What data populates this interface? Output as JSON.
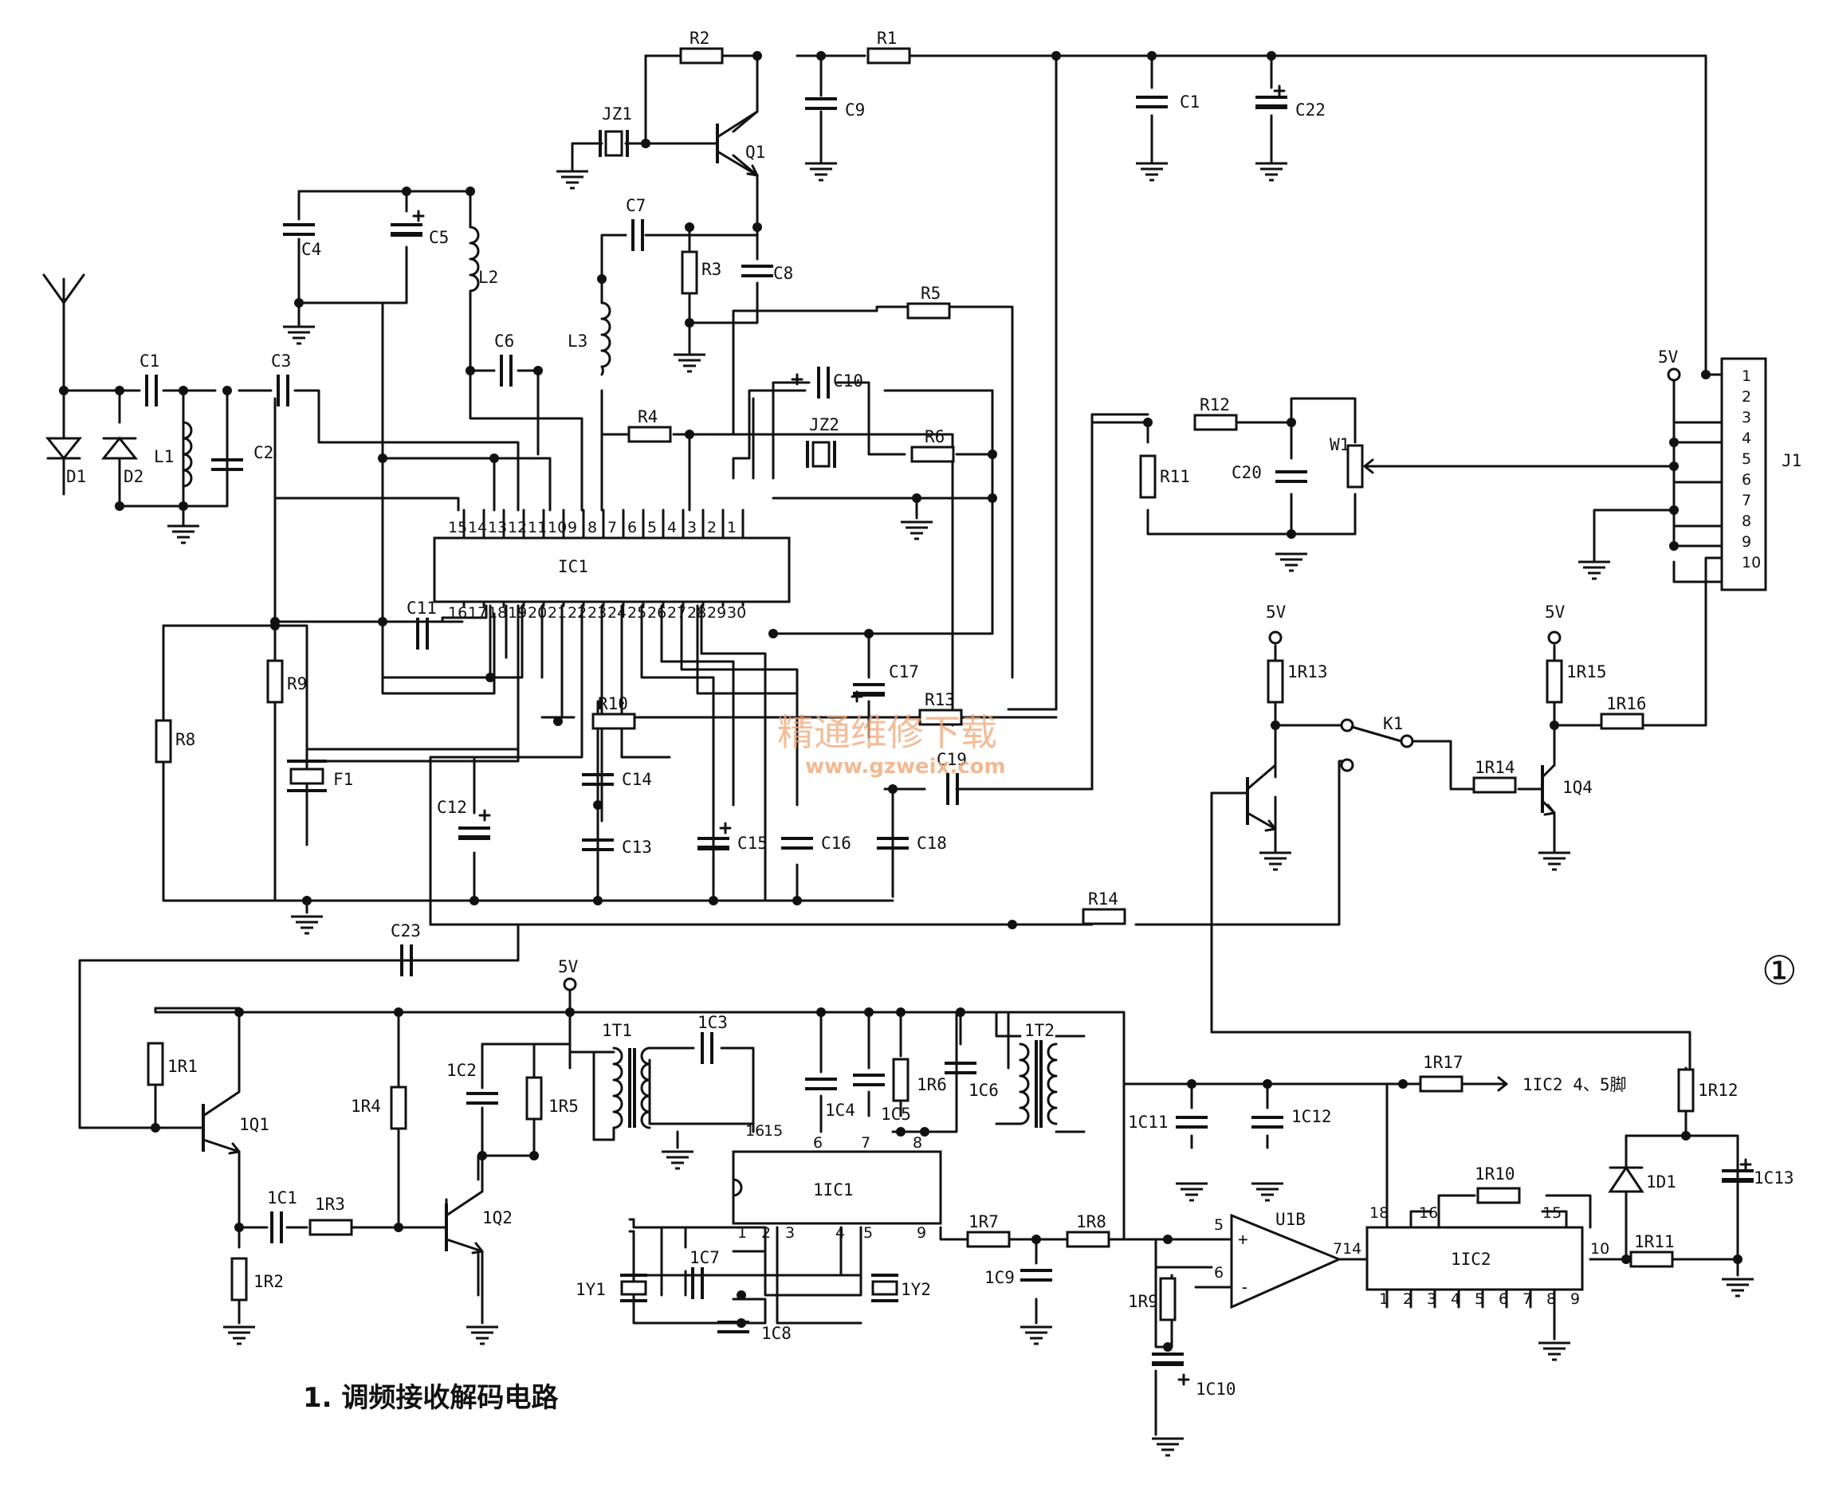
{
  "title": "1. 调频接收解码电路",
  "figure_number": "①",
  "watermark": {
    "cn": "精通维修下载",
    "url": "www.gzweix.com"
  },
  "supply_label": "5V",
  "ic1_label": "IC1",
  "ic1_pins_top": [
    "15",
    "14",
    "13",
    "12",
    "11",
    "10",
    "9",
    "8",
    "7",
    "6",
    "5",
    "4",
    "3",
    "2",
    "1"
  ],
  "ic1_pins_bottom": [
    "16",
    "17",
    "18",
    "19",
    "20",
    "21",
    "22",
    "23",
    "24",
    "25",
    "26",
    "27",
    "28",
    "29",
    "30"
  ],
  "ic11_label": "1IC1",
  "ic12_label": "1IC2",
  "ic12_pins_bottom": [
    "1",
    "2",
    "3",
    "4",
    "5",
    "6",
    "7",
    "8",
    "9"
  ],
  "u1b": {
    "label": "U1B",
    "out": "714",
    "plus": "+",
    "minus": "-",
    "pin_plus": "5",
    "pin_minus": "6"
  },
  "j1": {
    "label": "J1",
    "pins": [
      "1",
      "2",
      "3",
      "4",
      "5",
      "6",
      "7",
      "8",
      "9",
      "10"
    ]
  },
  "ic12_pin_labels": {
    "p18": "18",
    "p16": "16",
    "p15": "15",
    "p10": "10"
  },
  "ic11_pin_labels": {
    "p16": "16",
    "p15": "15",
    "p6": "6",
    "p7": "7",
    "p8": "8",
    "p1": "1",
    "p2": "2",
    "p3": "3",
    "p4": "4",
    "p5": "5",
    "p9": "9"
  },
  "output_note": "1IC2 4、5脚",
  "switch_label": "K1",
  "labels": {
    "R1": "R1",
    "R2": "R2",
    "R3": "R3",
    "R4": "R4",
    "R5": "R5",
    "R6": "R6",
    "R8": "R8",
    "R9": "R9",
    "R10": "R10",
    "R11": "R11",
    "R12": "R12",
    "R13": "R13",
    "R14": "R14",
    "C1a": "C1",
    "C1b": "C1",
    "C2": "C2",
    "C3": "C3",
    "C4": "C4",
    "C5": "C5",
    "C6": "C6",
    "C7": "C7",
    "C8": "C8",
    "C9": "C9",
    "C10": "C10",
    "C11": "C11",
    "C12": "C12",
    "C13": "C13",
    "C14": "C14",
    "C15": "C15",
    "C16": "C16",
    "C17": "C17",
    "C18": "C18",
    "C19": "C19",
    "C20": "C20",
    "C22": "C22",
    "C23": "C23",
    "L1": "L1",
    "L2": "L2",
    "L3": "L3",
    "D1": "D1",
    "D2": "D2",
    "Q1": "Q1",
    "JZ1": "JZ1",
    "JZ2": "JZ2",
    "F1": "F1",
    "W1": "W1",
    "1R1": "1R1",
    "1R2": "1R2",
    "1R3": "1R3",
    "1R4": "1R4",
    "1R5": "1R5",
    "1R6": "1R6",
    "1R7": "1R7",
    "1R8": "1R8",
    "1R9": "1R9",
    "1R10": "1R10",
    "1R11": "1R11",
    "1R12": "1R12",
    "1R13": "1R13",
    "1R14": "1R14",
    "1R15": "1R15",
    "1R16": "1R16",
    "1R17": "1R17",
    "1C1": "1C1",
    "1C2": "1C2",
    "1C3": "1C3",
    "1C4": "1C4",
    "1C5": "1C5",
    "1C6": "1C6",
    "1C7": "1C7",
    "1C8": "1C8",
    "1C9": "1C9",
    "1C10": "1C10",
    "1C11": "1C11",
    "1C12": "1C12",
    "1C13": "1C13",
    "1Q1": "1Q1",
    "1Q2": "1Q2",
    "1Q4": "1Q4",
    "1T1": "1T1",
    "1T2": "1T2",
    "1Y1": "1Y1",
    "1Y2": "1Y2",
    "1D1": "1D1"
  }
}
